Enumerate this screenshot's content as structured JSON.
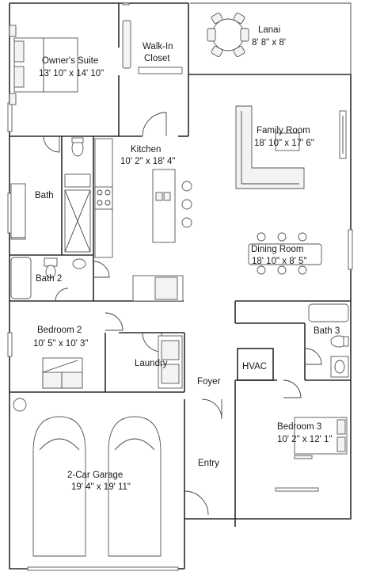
{
  "rooms": {
    "lanai": {
      "name": "Lanai",
      "dims": "8' 8\" x 8'"
    },
    "owners_suite": {
      "name": "Owner's Suite",
      "dims": "13' 10\" x 14' 10\""
    },
    "walk_in_closet": {
      "name_line1": "Walk-In",
      "name_line2": "Closet"
    },
    "family_room": {
      "name": "Family Room",
      "dims": "18' 10\" x 17' 6\""
    },
    "kitchen": {
      "name": "Kitchen",
      "dims": "10' 2\" x 18' 4\""
    },
    "bath": {
      "name": "Bath"
    },
    "dining_room": {
      "name": "Dining Room",
      "dims": "18' 10\" x 8' 5\""
    },
    "bath_2": {
      "name": "Bath 2"
    },
    "bedroom_2": {
      "name": "Bedroom 2",
      "dims": "10' 5\" x 10' 3\""
    },
    "laundry": {
      "name": "Laundry"
    },
    "hvac": {
      "name": "HVAC"
    },
    "bath_3": {
      "name": "Bath 3"
    },
    "foyer": {
      "name": "Foyer"
    },
    "bedroom_3": {
      "name": "Bedroom 3",
      "dims": "10' 2\" x 12' 1\""
    },
    "entry": {
      "name": "Entry"
    },
    "garage": {
      "name": "2-Car Garage",
      "dims": "19' 4\" x 19' 11\""
    }
  }
}
